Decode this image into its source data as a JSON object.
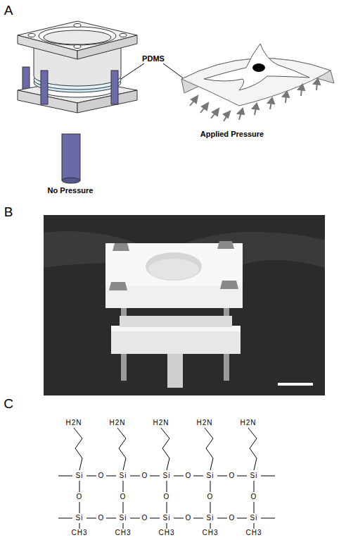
{
  "diagram": {
    "labels": [
      "A",
      "PDMS",
      "Applied Pressure",
      "No Pressure",
      "B",
      "C",
      "H2N",
      "H2N",
      "H2N",
      "H2N",
      "H2N",
      "Si",
      "O",
      "Si",
      "O",
      "Si",
      "O",
      "Si",
      "O",
      "Si",
      "O",
      "O",
      "O",
      "O",
      "O",
      "Si",
      "O",
      "Si",
      "O",
      "Si",
      "O",
      "Si",
      "O",
      "Si",
      "CH3",
      "CH3",
      "CH3",
      "CH3",
      "CH3"
    ]
  }
}
